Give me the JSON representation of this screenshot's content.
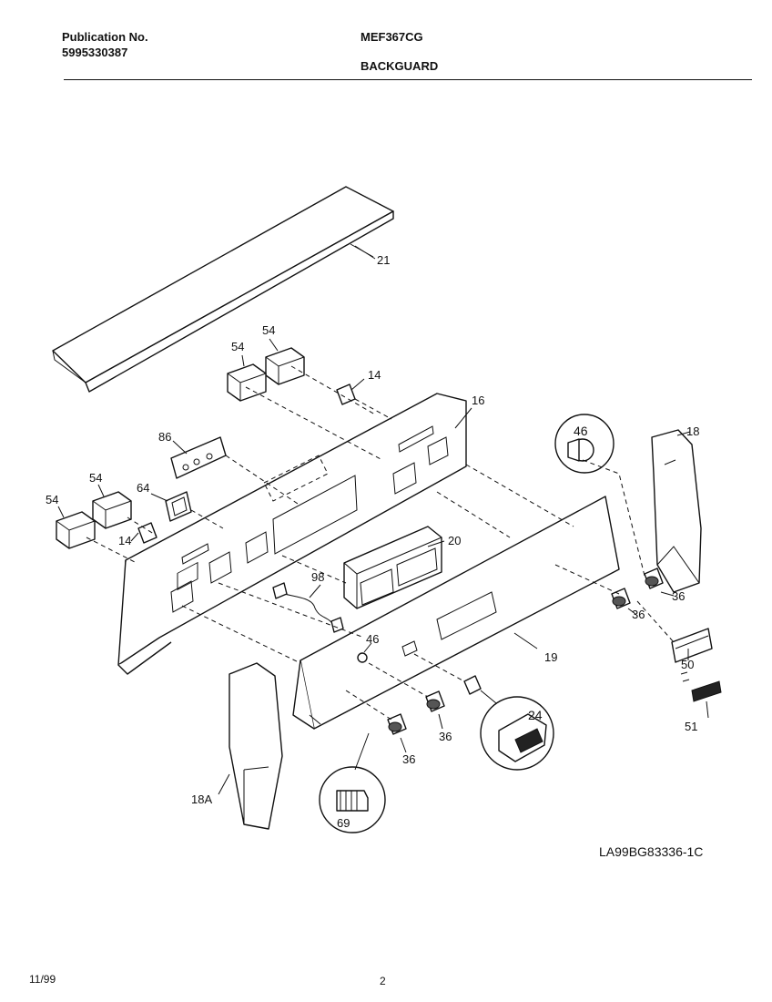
{
  "header": {
    "publication_label": "Publication No.",
    "publication_number": "5995330387",
    "model": "MEF367CG",
    "section": "BACKGUARD"
  },
  "parts": {
    "p21": "21",
    "p54a": "54",
    "p54b": "54",
    "p54c": "54",
    "p54d": "54",
    "p14a": "14",
    "p14b": "14",
    "p16": "16",
    "p46a": "46",
    "p46b": "46",
    "p18": "18",
    "p18a": "18A",
    "p86": "86",
    "p64": "64",
    "p20": "20",
    "p98": "98",
    "p19": "19",
    "p36a": "36",
    "p36b": "36",
    "p36c": "36",
    "p36d": "36",
    "p50": "50",
    "p51": "51",
    "p24": "24",
    "p69": "69"
  },
  "drawing_code": "LA99BG83336-1C",
  "footer": {
    "date": "11/99",
    "page": "2"
  }
}
